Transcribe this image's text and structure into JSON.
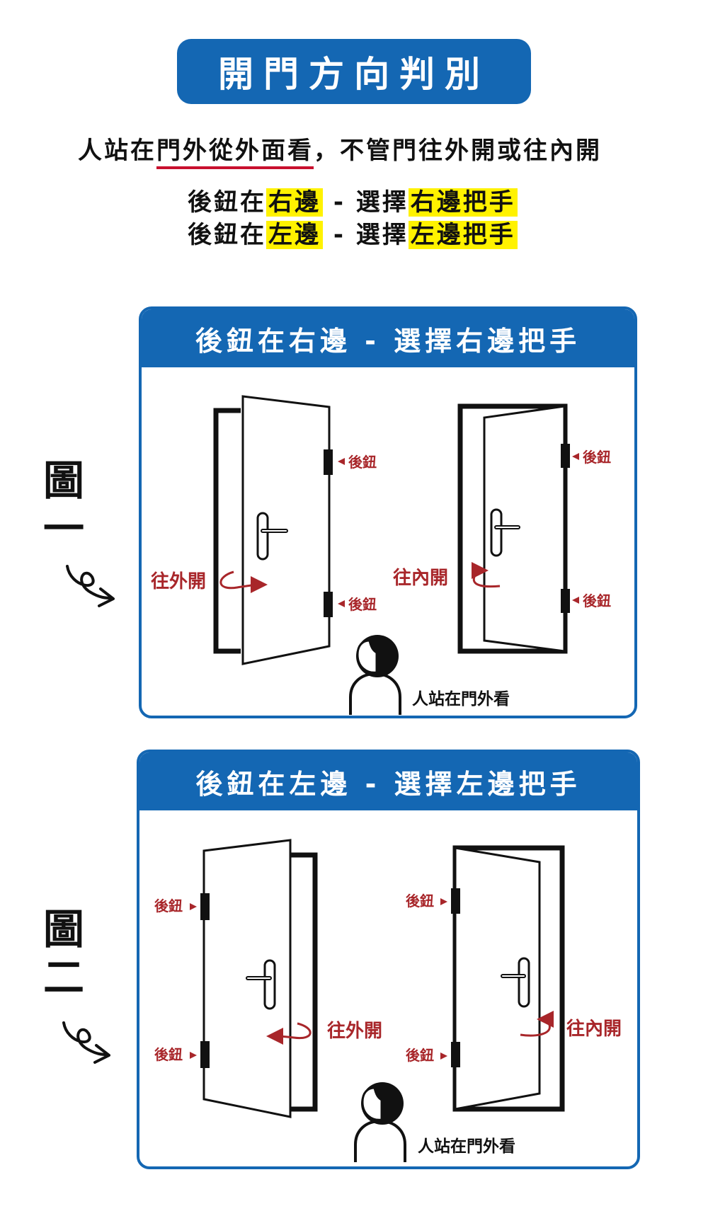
{
  "title": "開門方向判別",
  "intro": {
    "before": "人站在",
    "underlined": "門外從外面看",
    "after": "，不管門往外開或往內開"
  },
  "rules": [
    {
      "part1": "後鈕在",
      "hl1": "右邊",
      "sep": " - 選擇",
      "hl2": "右邊把手"
    },
    {
      "part1": "後鈕在",
      "hl1": "左邊",
      "sep": " - 選擇",
      "hl2": "左邊把手"
    }
  ],
  "figures": [
    {
      "label": "圖",
      "number": "一",
      "header": "後鈕在右邊 - 選擇右邊把手",
      "hinge_label": "後鈕",
      "outward_label": "往外開",
      "inward_label": "往內開",
      "person_label": "人站在門外看"
    },
    {
      "label": "圖",
      "number": "二",
      "header": "後鈕在左邊 - 選擇左邊把手",
      "hinge_label": "後鈕",
      "outward_label": "往外開",
      "inward_label": "往內開",
      "person_label": "人站在門外看"
    }
  ],
  "colors": {
    "brand_blue": "#1467b3",
    "accent_red": "#a8262a",
    "highlight": "#fff200"
  }
}
